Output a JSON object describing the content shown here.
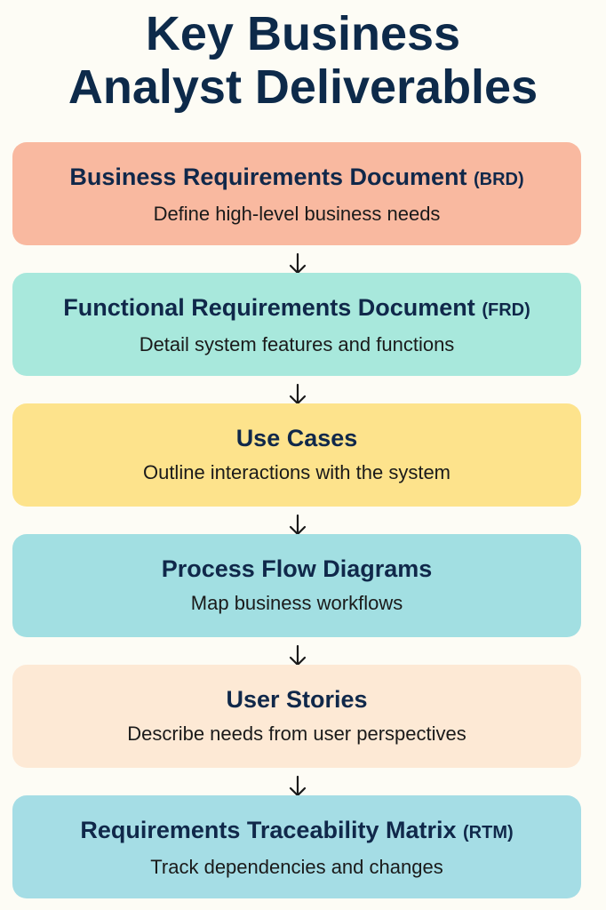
{
  "title": {
    "line1": "Key Business",
    "line2": "Analyst Deliverables"
  },
  "steps": [
    {
      "heading": "Business Requirements Document",
      "abbr": "(BRD)",
      "description": "Define high-level business needs",
      "color": "#f9b9a0"
    },
    {
      "heading": "Functional Requirements Document",
      "abbr": "(FRD)",
      "description": "Detail system features and functions",
      "color": "#a8e8dc"
    },
    {
      "heading": "Use Cases",
      "abbr": "",
      "description": "Outline interactions with the system",
      "color": "#fde38c"
    },
    {
      "heading": "Process Flow Diagrams",
      "abbr": "",
      "description": "Map business workflows",
      "color": "#a2dfe2"
    },
    {
      "heading": "User Stories",
      "abbr": "",
      "description": "Describe needs from user perspectives",
      "color": "#fde9d5"
    },
    {
      "heading": "Requirements Traceability Matrix",
      "abbr": "(RTM)",
      "description": "Track dependencies and changes",
      "color": "#a5dde5"
    }
  ],
  "arrow_icon": "arrow-down-icon"
}
